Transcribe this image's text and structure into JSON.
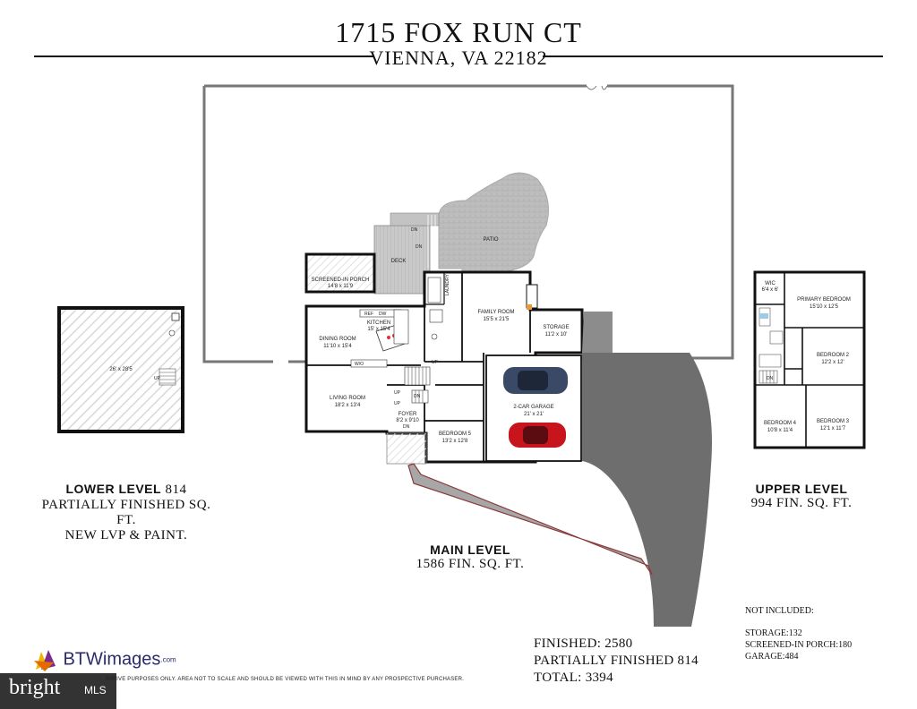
{
  "header": {
    "address": "1715 FOX RUN CT",
    "city": "VIENNA, VA 22182"
  },
  "lower_level": {
    "name": "LOWER LEVEL",
    "sqft": "814",
    "line1": "PARTIALLY FINISHED SQ. FT.",
    "line2": "NEW LVP & PAINT.",
    "room_dims": "26' x 28'5",
    "stair_label": "UP"
  },
  "main_level": {
    "name": "MAIN LEVEL",
    "line1": "1586 FIN. SQ. FT.",
    "rooms": {
      "screened_porch": "SCREENED-IN PORCH",
      "screened_porch_dims": "14'8 x 11'9",
      "deck": "DECK",
      "patio": "PATIO",
      "laundry": "LAUNDRY",
      "family_room": "FAMILY ROOM",
      "family_room_dims": "15'5 x 21'5",
      "storage": "STORAGE",
      "storage_dims": "11'2 x 10'",
      "kitchen": "KITCHEN",
      "kitchen_dims": "15' x 15'4",
      "dining_room": "DINING ROOM",
      "dining_room_dims": "11'10 x 15'4",
      "living_room": "LIVING ROOM",
      "living_room_dims": "18'2 x 13'4",
      "foyer": "FOYER",
      "foyer_dims": "8'2 x 9'10",
      "bedroom5": "BEDROOM 5",
      "bedroom5_dims": "13'2 x 12'8",
      "garage": "2-CAR GARAGE",
      "garage_dims": "21' x 21'",
      "ref": "REF",
      "dw": "DW",
      "wo": "W/O"
    },
    "stairs": {
      "dn": "DN",
      "up": "UP"
    }
  },
  "upper_level": {
    "name": "UPPER LEVEL",
    "line1": "994 FIN. SQ. FT.",
    "rooms": {
      "wic": "WIC",
      "wic_dims": "6'4 x 6'",
      "primary": "PRIMARY BEDROOM",
      "primary_dims": "15'10 x 12'5",
      "bedroom2": "BEDROOM 2",
      "bedroom2_dims": "12'2 x 12'",
      "bedroom3": "BEDROOM 3",
      "bedroom3_dims": "12'1 x 11'7",
      "bedroom4": "BEDROOM 4",
      "bedroom4_dims": "10'8 x 11'4",
      "dn": "DN"
    }
  },
  "not_included": {
    "heading": "NOT INCLUDED:",
    "storage": "STORAGE:132",
    "porch": "SCREENED-IN PORCH:180",
    "garage": "GARAGE:484"
  },
  "totals": {
    "finished": "FINISHED: 2580",
    "partial": "PARTIALLY FINISHED  814",
    "total": "TOTAL: 3394"
  },
  "branding": {
    "logo_text": "BTWimages",
    "logo_suffix": ".com",
    "mls": "bright",
    "mls_suffix": "MLS",
    "disclaimer": "RATIVE PURPOSES ONLY. AREA NOT TO SCALE AND SHOULD BE VIEWED WITH THIS IN MIND BY ANY PROSPECTIVE PURCHASER."
  },
  "colors": {
    "garage_car_top": "#3a4a66",
    "garage_car_bottom": "#c8141c",
    "driveway": "#6e6e6e",
    "walkway": "#8a3a3a",
    "patio": "#b8b8b8"
  }
}
